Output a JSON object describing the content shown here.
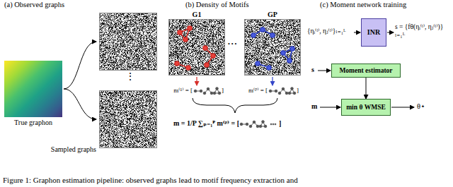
{
  "diagram": {
    "caption": "Figure 1: Graphon estimation pipeline: observed graphs lead to motif frequency extraction and",
    "nodes": [
      {
        "text": [
          "True graphon"
        ]
      },
      {
        "text": [
          "G1"
        ]
      },
      {
        "text": [
          "GP"
        ]
      },
      {
        "text": [
          "INR"
        ]
      },
      {
        "text": [
          "Moment estimator"
        ]
      },
      {
        "text": [
          "min θ WMSE"
        ]
      }
    ],
    "edges": [
      {
        "from": 4,
        "to": 5,
        "arrow": "to"
      }
    ],
    "labels": [
      "(a) Observed graphs",
      "(b) Density of Motifs",
      "(c) Moment network training",
      "Sampled graphs",
      "⋮",
      "m⁽¹⁾ = [",
      "]",
      "m⁽ᴾ⁾ = [",
      "]",
      "m = 1/P ∑ₚ₌₁ᴾ m⁽ᵖ⁾ = [",
      "]",
      "{ηᵢ⁽ˡ⁾, ηⱼ⁽ˡ⁾}ₗ₌₁ᴸ",
      "s = {fθ(ηᵢ⁽ˡ⁾, ηⱼ⁽ˡ⁾)}ₗ₌₁ᴸ",
      "s",
      "m",
      "θ⋆",
      "• • •"
    ]
  }
}
